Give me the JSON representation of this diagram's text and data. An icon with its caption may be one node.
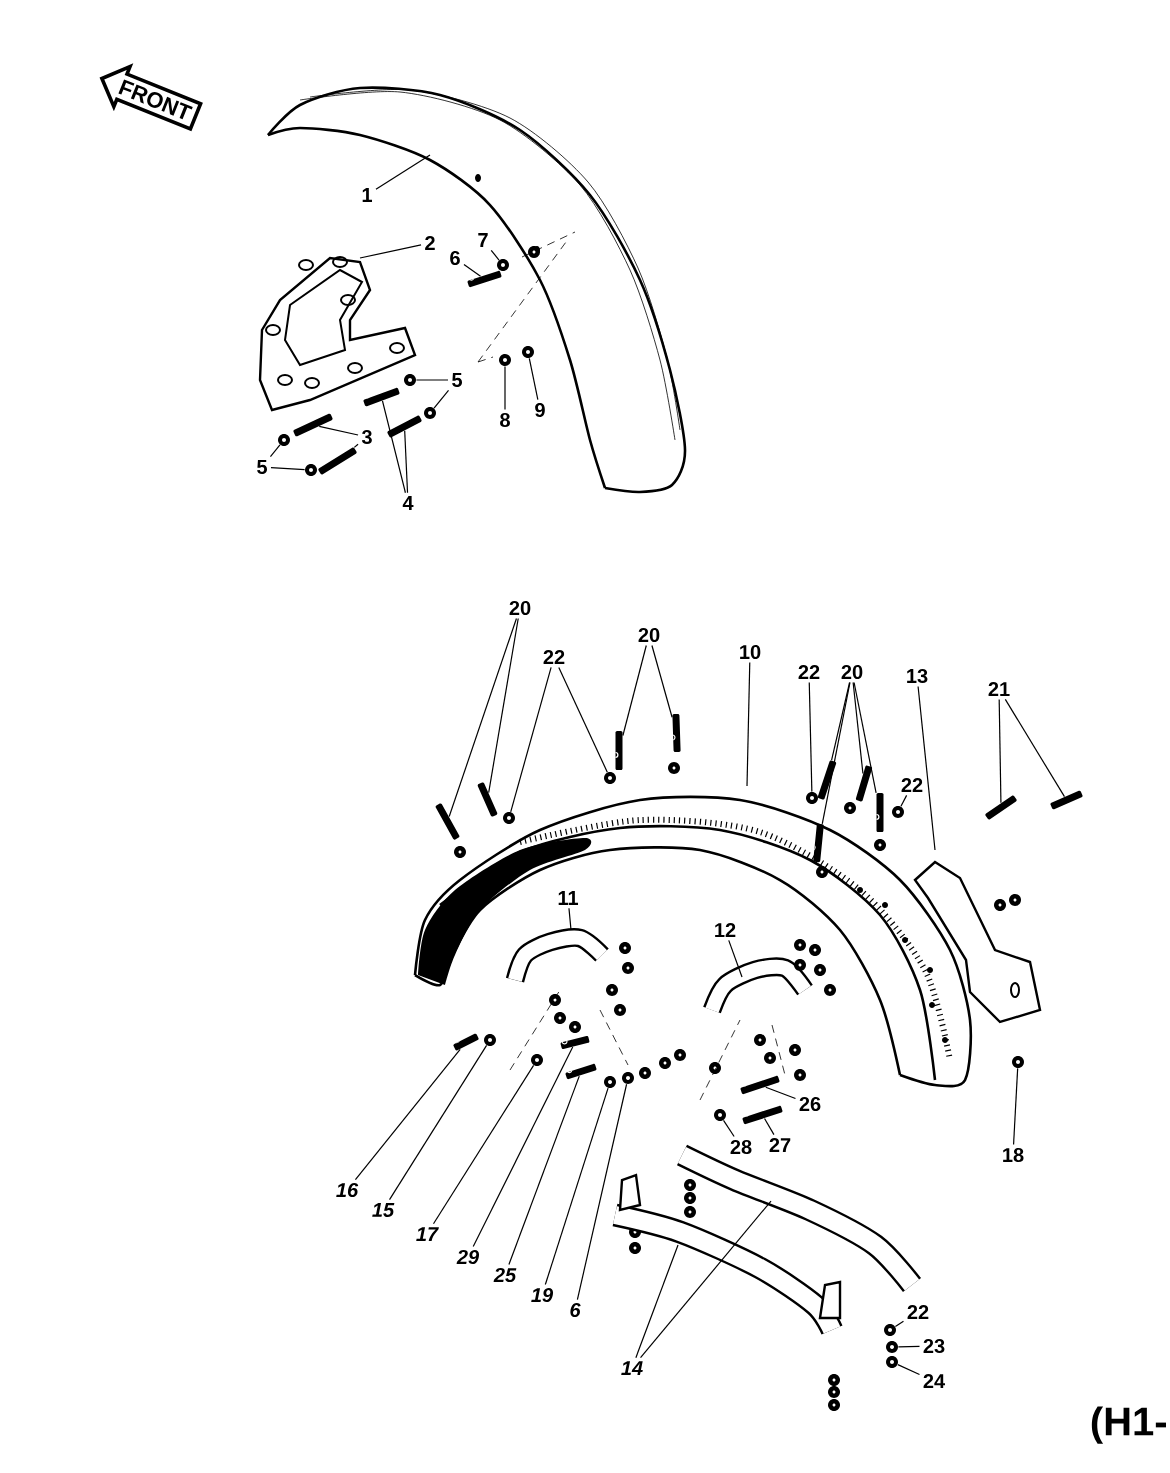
{
  "diagram": {
    "nodes": [
      {
        "text": [
          "FRONT"
        ]
      },
      {
        "text": [
          "1"
        ]
      },
      {
        "text": [
          "2"
        ]
      },
      {
        "text": [
          "6"
        ]
      },
      {
        "text": [
          "7"
        ]
      },
      {
        "text": [
          "5"
        ]
      },
      {
        "text": [
          "3"
        ]
      },
      {
        "text": [
          "5"
        ]
      },
      {
        "text": [
          "4"
        ]
      },
      {
        "text": [
          "8"
        ]
      },
      {
        "text": [
          "9"
        ]
      },
      {
        "text": [
          "20"
        ]
      },
      {
        "text": [
          "22"
        ]
      },
      {
        "text": [
          "20"
        ]
      },
      {
        "text": [
          "10"
        ]
      },
      {
        "text": [
          "22"
        ]
      },
      {
        "text": [
          "20"
        ]
      },
      {
        "text": [
          "22"
        ]
      },
      {
        "text": [
          "13"
        ]
      },
      {
        "text": [
          "21"
        ]
      },
      {
        "text": [
          "11"
        ]
      },
      {
        "text": [
          "12"
        ]
      },
      {
        "text": [
          "26"
        ]
      },
      {
        "text": [
          "27"
        ]
      },
      {
        "text": [
          "28"
        ]
      },
      {
        "text": [
          "18"
        ]
      },
      {
        "text": [
          "16"
        ]
      },
      {
        "text": [
          "15"
        ]
      },
      {
        "text": [
          "17"
        ]
      },
      {
        "text": [
          "29"
        ]
      },
      {
        "text": [
          "25"
        ]
      },
      {
        "text": [
          "19"
        ]
      },
      {
        "text": [
          "6"
        ]
      },
      {
        "text": [
          "14"
        ]
      },
      {
        "text": [
          "22"
        ]
      },
      {
        "text": [
          "23"
        ]
      },
      {
        "text": [
          "24"
        ]
      },
      {
        "text": [],
        "shape": "nut"
      },
      {
        "text": [],
        "shape": "bolt"
      },
      {
        "text": [],
        "shape": "nut"
      },
      {
        "text": [],
        "shape": "nut"
      },
      {
        "text": [],
        "shape": "nut"
      },
      {
        "text": [],
        "shape": "bolt"
      },
      {
        "text": [],
        "shape": "nut"
      },
      {
        "text": [],
        "shape": "bolt"
      },
      {
        "text": [],
        "shape": "bolt"
      },
      {
        "text": [],
        "shape": "nut"
      },
      {
        "text": [],
        "shape": "bolt"
      },
      {
        "text": [],
        "shape": "nut"
      },
      {
        "text": [],
        "shape": "bolt"
      },
      {
        "text": [],
        "shape": "bolt"
      },
      {
        "text": [],
        "shape": "nut"
      },
      {
        "text": [],
        "shape": "bolt"
      },
      {
        "text": [],
        "shape": "bolt"
      },
      {
        "text": [],
        "shape": "nut"
      },
      {
        "text": [],
        "shape": "bolt"
      },
      {
        "text": [],
        "shape": "bolt"
      },
      {
        "text": [],
        "shape": "bolt"
      },
      {
        "text": [],
        "shape": "bolt"
      },
      {
        "text": [],
        "shape": "nut"
      },
      {
        "text": [],
        "shape": "nut"
      },
      {
        "text": [],
        "shape": "bolt"
      },
      {
        "text": [],
        "shape": "bolt"
      },
      {
        "text": [],
        "shape": "nut"
      },
      {
        "text": [],
        "shape": "bolt"
      },
      {
        "text": [],
        "shape": "bolt"
      },
      {
        "text": [],
        "shape": "nut"
      },
      {
        "text": [],
        "shape": "nut"
      },
      {
        "text": [],
        "shape": "bolt"
      },
      {
        "text": [],
        "shape": "nut"
      },
      {
        "text": [],
        "shape": "nut"
      },
      {
        "text": [],
        "shape": "bolt"
      },
      {
        "text": [],
        "shape": "nut"
      },
      {
        "text": [],
        "shape": "bolt"
      },
      {
        "text": [],
        "shape": "nut"
      },
      {
        "text": [],
        "shape": "nut"
      },
      {
        "text": [],
        "shape": "nut"
      },
      {
        "text": [],
        "shape": "bar"
      },
      {
        "text": [],
        "shape": "bar"
      }
    ],
    "edges": [
      {
        "from": 1,
        "to": null,
        "arrow": "none"
      },
      {
        "from": 2,
        "to": null,
        "arrow": "none"
      },
      {
        "from": 3,
        "to": 38,
        "arrow": "none"
      },
      {
        "from": 4,
        "to": 37,
        "arrow": "none"
      },
      {
        "from": 5,
        "to": 41,
        "arrow": "none"
      },
      {
        "from": 5,
        "to": 43,
        "arrow": "none"
      },
      {
        "from": 6,
        "to": 44,
        "arrow": "none"
      },
      {
        "from": 6,
        "to": 47,
        "arrow": "none"
      },
      {
        "from": 7,
        "to": 46,
        "arrow": "none"
      },
      {
        "from": 7,
        "to": 48,
        "arrow": "none"
      },
      {
        "from": 8,
        "to": 42,
        "arrow": "none"
      },
      {
        "from": 8,
        "to": 45,
        "arrow": "none"
      },
      {
        "from": 9,
        "to": 40,
        "arrow": "none"
      },
      {
        "from": 10,
        "to": 39,
        "arrow": "none"
      },
      {
        "from": 11,
        "to": 61,
        "arrow": "none"
      },
      {
        "from": 11,
        "to": 55,
        "arrow": "none"
      },
      {
        "from": 12,
        "to": 60,
        "arrow": "none"
      },
      {
        "from": 12,
        "to": 51,
        "arrow": "none"
      },
      {
        "from": 13,
        "to": 50,
        "arrow": "none"
      },
      {
        "from": 13,
        "to": 49,
        "arrow": "none"
      },
      {
        "from": 14,
        "to": null,
        "arrow": "none"
      },
      {
        "from": 15,
        "to": 54,
        "arrow": "none"
      },
      {
        "from": 16,
        "to": 52,
        "arrow": "none"
      },
      {
        "from": 16,
        "to": 62,
        "arrow": "none"
      },
      {
        "from": 16,
        "to": 53,
        "arrow": "none"
      },
      {
        "from": 16,
        "to": 58,
        "arrow": "none"
      },
      {
        "from": 17,
        "to": 59,
        "arrow": "none"
      },
      {
        "from": 18,
        "to": null,
        "arrow": "none"
      },
      {
        "from": 19,
        "to": 57,
        "arrow": "none"
      },
      {
        "from": 19,
        "to": 56,
        "arrow": "none"
      },
      {
        "from": 20,
        "to": null,
        "arrow": "none"
      },
      {
        "from": 21,
        "to": null,
        "arrow": "none"
      },
      {
        "from": 22,
        "to": 71,
        "arrow": "none"
      },
      {
        "from": 23,
        "to": 73,
        "arrow": "none"
      },
      {
        "from": 24,
        "to": 72,
        "arrow": "none"
      },
      {
        "from": 25,
        "to": 67,
        "arrow": "none"
      },
      {
        "from": 26,
        "to": 64,
        "arrow": "none"
      },
      {
        "from": 27,
        "to": 63,
        "arrow": "none"
      },
      {
        "from": 28,
        "to": 66,
        "arrow": "none"
      },
      {
        "from": 29,
        "to": 65,
        "arrow": "none"
      },
      {
        "from": 30,
        "to": 68,
        "arrow": "none"
      },
      {
        "from": 31,
        "to": 70,
        "arrow": "none"
      },
      {
        "from": 32,
        "to": 69,
        "arrow": "none"
      },
      {
        "from": 33,
        "to": 77,
        "arrow": "none"
      },
      {
        "from": 33,
        "to": 78,
        "arrow": "none"
      },
      {
        "from": 34,
        "to": 74,
        "arrow": "none"
      },
      {
        "from": 35,
        "to": 75,
        "arrow": "none"
      },
      {
        "from": 36,
        "to": 76,
        "arrow": "none"
      }
    ],
    "labels": [
      "(H1-"
    ]
  }
}
